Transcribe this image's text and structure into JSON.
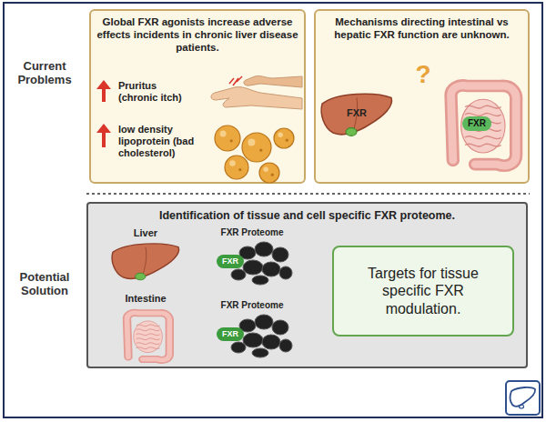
{
  "diagram": {
    "nodes": [
      {
        "text": [
          "Global FXR agonists increase adverse effects incidents in chronic liver disease patients.",
          "Pruritus (chronic itch)",
          "low density lipoprotein (bad cholesterol)"
        ]
      },
      {
        "text": [
          "Mechanisms directing intestinal vs hepatic FXR function are unknown."
        ]
      },
      {
        "text": [
          "FXR"
        ],
        "in": 1
      },
      {
        "text": [
          "FXR"
        ],
        "in": 1
      },
      {
        "text": [
          "Identification of tissue and cell specific FXR proteome."
        ]
      },
      {
        "text": [
          "Liver"
        ],
        "in": 4
      },
      {
        "text": [
          "FXR Proteome",
          "FXR"
        ],
        "in": 4
      },
      {
        "text": [
          "Intestine"
        ],
        "in": 4
      },
      {
        "text": [
          "FXR Proteome",
          "FXR"
        ],
        "in": 4
      },
      {
        "text": [
          "Targets for tissue specific FXR modulation."
        ],
        "in": 4
      }
    ],
    "edges": [
      {
        "from": 2,
        "to": 3,
        "arrow": "both"
      },
      {
        "from": 5,
        "to": 6,
        "arrow": "to"
      },
      {
        "from": 7,
        "to": 8,
        "arrow": "to"
      },
      {
        "from": 6,
        "to": 9,
        "arrow": "to"
      },
      {
        "from": 8,
        "to": 9,
        "arrow": "to"
      }
    ],
    "labels": [
      "Current Problems",
      "Potential Solution",
      "?"
    ]
  }
}
